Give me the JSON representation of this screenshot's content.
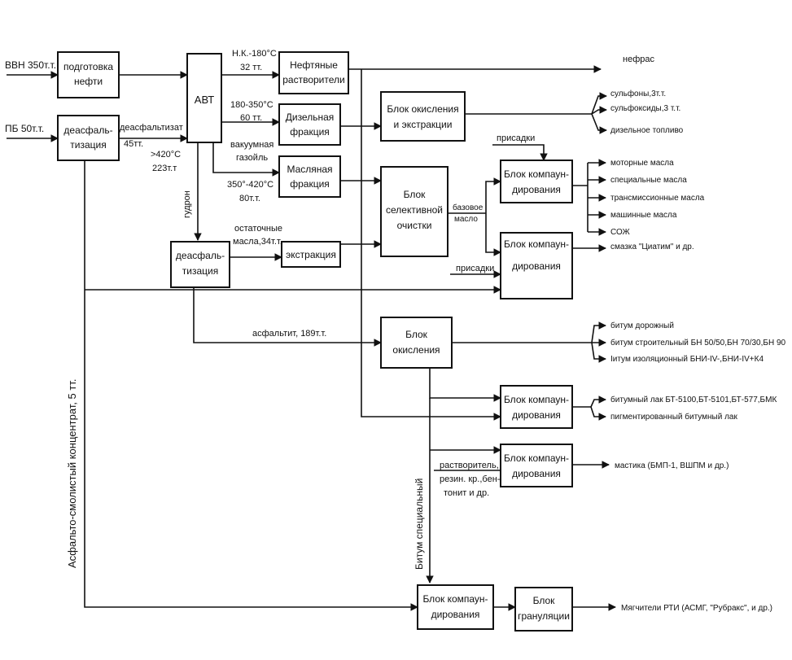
{
  "inputs": {
    "vvn": "ВВН 350т.т.",
    "pb": "ПБ 50т.т."
  },
  "blocks": {
    "prep": [
      "подготовка",
      "нефти"
    ],
    "deasph1": [
      "деасфаль-",
      "тизация"
    ],
    "avt": "АВТ",
    "solvents": [
      "Нефтяные",
      "растворители"
    ],
    "diesel": [
      "Дизельная",
      "фракция"
    ],
    "oilfrac": [
      "Масляная",
      "фракция"
    ],
    "ox_extr": [
      "Блок окисления",
      "и экстракции"
    ],
    "selective": [
      "Блок",
      "селективной",
      "очистки"
    ],
    "comp1": [
      "Блок компаун-",
      "дирования"
    ],
    "comp2": [
      "Блок компаун-",
      "дирования"
    ],
    "deasph2": [
      "деасфаль-",
      "тизация"
    ],
    "extraction": "экстракция",
    "oxidation": [
      "Блок",
      "окисления"
    ],
    "comp3": [
      "Блок компаун-",
      "дирования"
    ],
    "comp4": [
      "Блок компаун-",
      "дирования"
    ],
    "comp5": [
      "Блок компаун-",
      "дирования"
    ],
    "granul": [
      "Блок",
      "грануляции"
    ]
  },
  "labels": {
    "deasphaltizate": "деасфальтизат",
    "deasph_qty": "45тт.",
    "nk180": "Н.К.-180°C",
    "nk180_qty": "32 тт.",
    "f180_350": "180-350°C",
    "f180_350_qty": "60 тт.",
    "vac_gasoil": [
      "вакуумная",
      "газойль"
    ],
    "f350_420": "350°-420°C",
    "f350_420_qty": "80т.т.",
    "gt420": ">420°C",
    "gt420_qty": "223т.т",
    "gudron": "гудрон",
    "residual_oils": [
      "остаточные",
      "масла,34т.т."
    ],
    "additives1": "присадки",
    "additives2": "присадки",
    "base_oil": [
      "базовое",
      "масло"
    ],
    "asphaltite": "асфальтит, 189т.т.",
    "asph_resin": "Асфальто-смолистый концентрат, 5 тт.",
    "special_bitumen": "Битум специальный",
    "solvent_note": [
      "растворитель,",
      "резин. кр.,бен-",
      "тонит и др."
    ]
  },
  "outputs": {
    "nefras": "нефрас",
    "sulfones": "сульфоны,3т.т.",
    "sulfoxides": "сульфоксиды,3 т.т.",
    "diesel_fuel": "дизельное топливо",
    "motor_oils": "моторные масла",
    "special_oils": "специальные масла",
    "trans_oils": "трансмиссионные масла",
    "machine_oils": "машинные масла",
    "coolant": "СОЖ",
    "grease": "смазка \"Циатим\" и др.",
    "road_bitumen": "битум дорожный",
    "constr_bitumen": "битум строительный БН 50/50,БН 70/30,БН 90",
    "insul_bitumen": "Iитум изоляционный БНИ-IV-,БНИ-IV+К4",
    "bit_lacquer": "битумный лак БТ-5100,БТ-5101,БТ-577,БМК",
    "pigm_lacquer": "пигментированный битумный лак",
    "mastic": "мастика (БМП-1, ВШПМ и др.)",
    "softeners": "Мягчители РТИ (АСМГ, \"Рубракс\", и др.)"
  }
}
